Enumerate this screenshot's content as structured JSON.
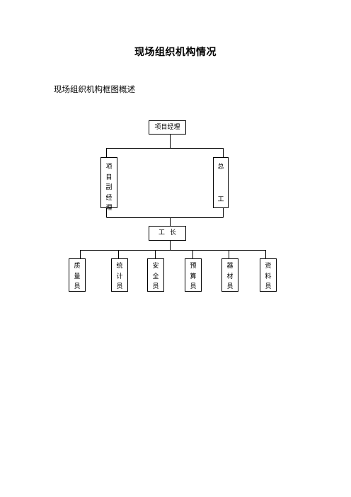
{
  "document": {
    "title": "现场组织机构情况",
    "subtitle": "现场组织机构框图概述"
  },
  "org_chart": {
    "top": "项目经理",
    "deputy": [
      "项",
      "目",
      "副",
      "经",
      "理"
    ],
    "chief_engineer": {
      "first": "总",
      "last": "工"
    },
    "foreman": "工长",
    "staff": [
      [
        "质",
        "量",
        "员"
      ],
      [
        "统",
        "计",
        "员"
      ],
      [
        "安",
        "全",
        "员"
      ],
      [
        "预",
        "算",
        "员"
      ],
      [
        "器",
        "材",
        "员"
      ],
      [
        "资",
        "料",
        "员"
      ]
    ]
  }
}
